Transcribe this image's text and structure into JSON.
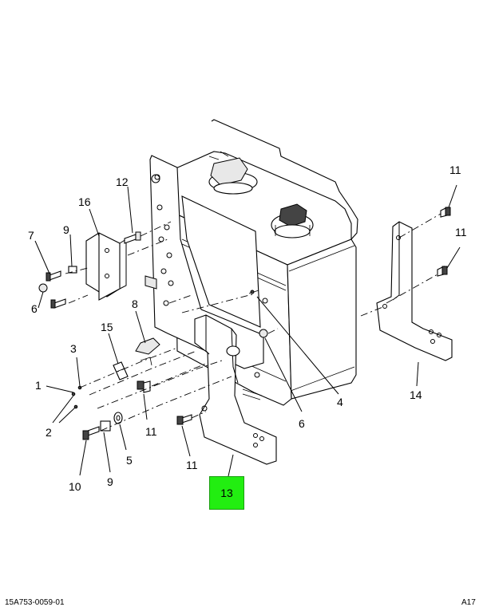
{
  "callouts": {
    "c1": "1",
    "c2": "2",
    "c3": "3",
    "c4": "4",
    "c5": "5",
    "c6a": "6",
    "c6b": "6",
    "c7": "7",
    "c8": "8",
    "c9a": "9",
    "c9b": "9",
    "c10": "10",
    "c11a": "11",
    "c11b": "11",
    "c11c": "11",
    "c11d": "11",
    "c12": "12",
    "c13": "13",
    "c14": "14",
    "c15": "15",
    "c16": "16"
  },
  "highlight": {
    "label": "13",
    "color": "#22ee11"
  },
  "footer": {
    "left": "15A753-0059-01",
    "right": "A17"
  }
}
